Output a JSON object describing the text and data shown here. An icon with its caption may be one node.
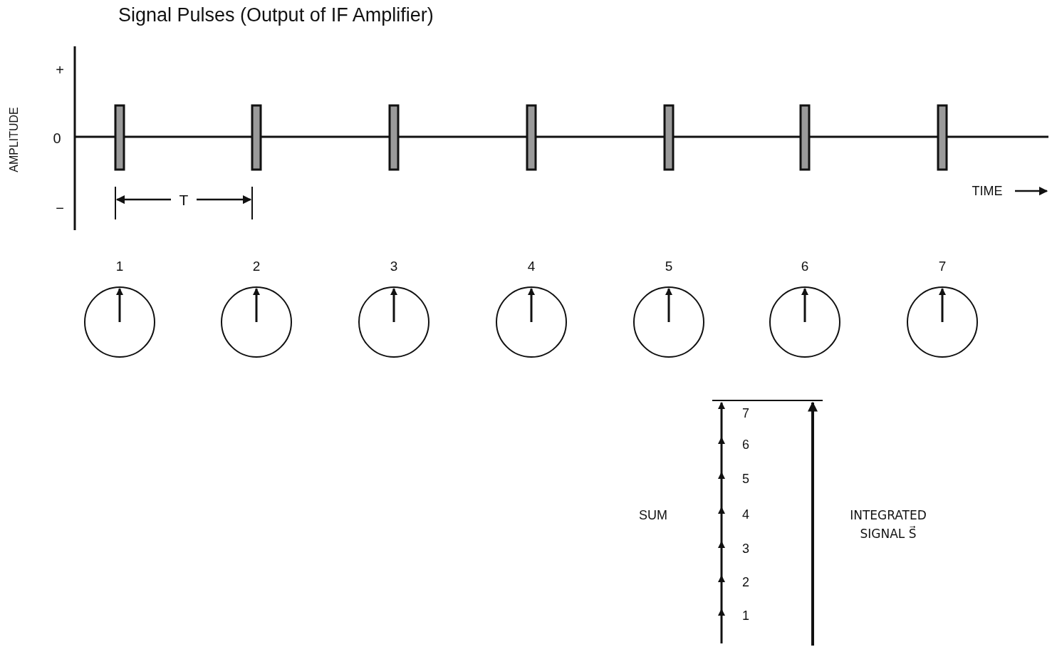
{
  "diagram": {
    "title": "Signal Pulses (Output of IF Amplifier)",
    "labels": [
      "+",
      "AMPLITUDE",
      "0",
      "−",
      "T",
      "TIME",
      "1",
      "2",
      "3",
      "4",
      "5",
      "6",
      "7",
      "7",
      "6",
      "5",
      "SUM",
      "4",
      "INTEGRATED SIGNAL S⃗",
      "3",
      "2",
      "1"
    ]
  }
}
